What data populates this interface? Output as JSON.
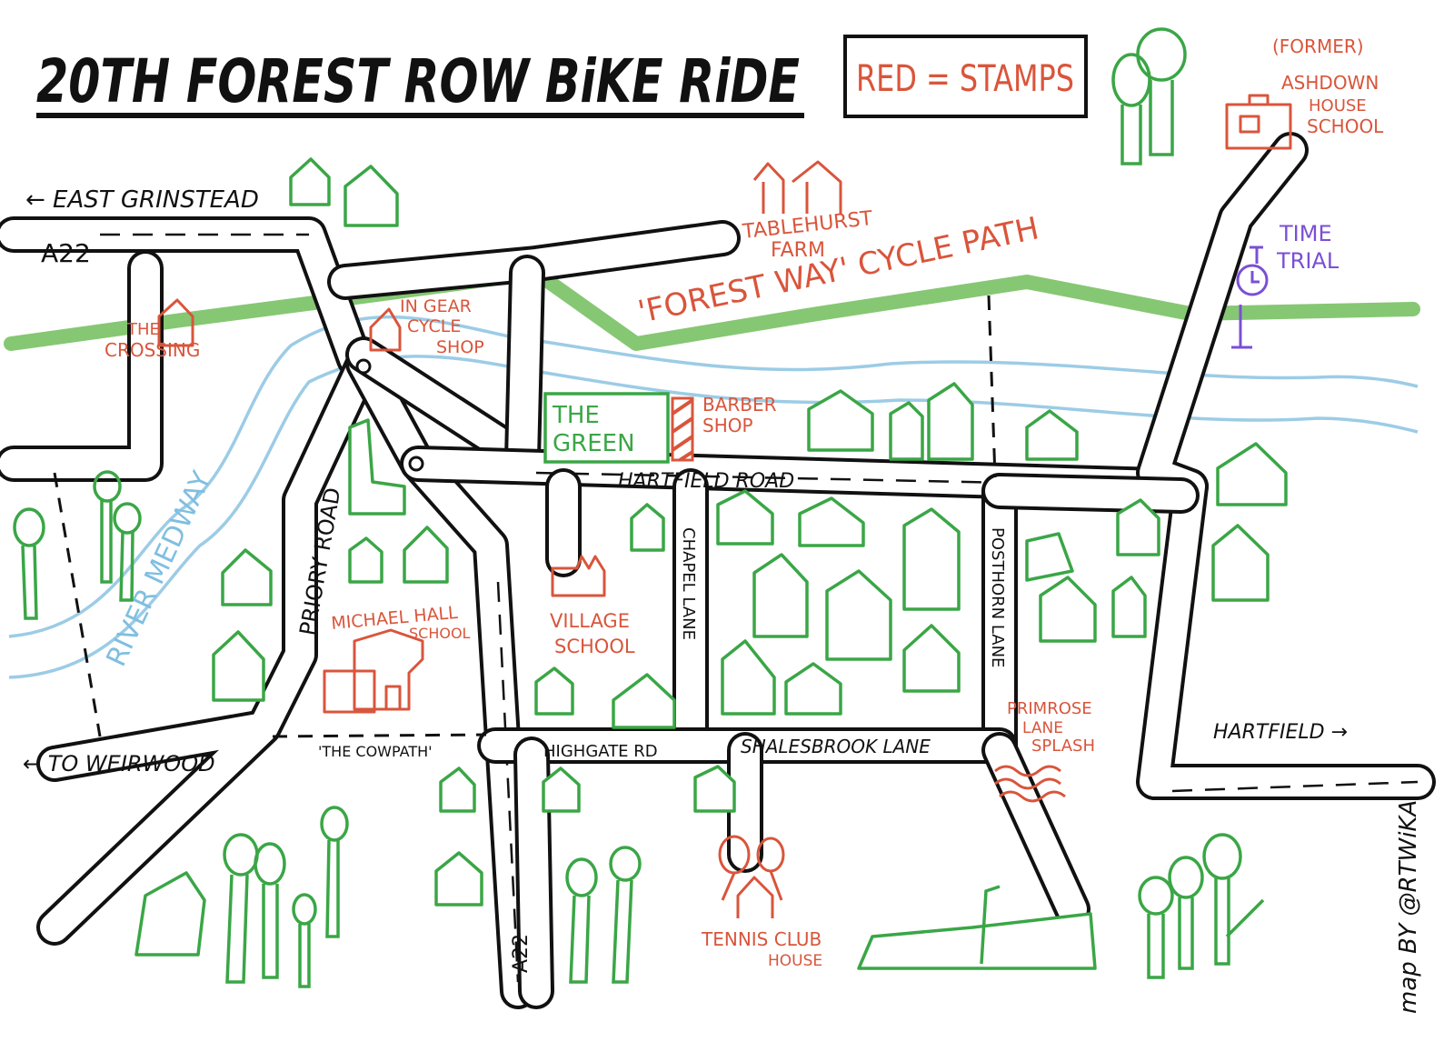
{
  "title": "20TH FOREST ROW BiKE RiDE",
  "legend": "RED = STAMPS",
  "credit": "map BY @RTWiKA",
  "colors": {
    "road": "#111111",
    "cycle_path": "#7fc46b",
    "river": "#9ccce6",
    "houses_trees": "#3aa646",
    "stamps": "#d9553b",
    "time_trial": "#7b4fd6"
  },
  "directions": {
    "east_grinstead": "← EAST GRINSTEAD",
    "to_weirwood": "← TO WEIRWOOD",
    "hartfield": "HARTFIELD →"
  },
  "roads": {
    "a22_top": "A22",
    "a22_bottom": "A22",
    "priory_road": "PRIORY ROAD",
    "hartfield_road": "HARTFIELD ROAD",
    "chapel_lane": "CHAPEL LANE",
    "posthorn_lane": "POSTHORN LANE",
    "highgate_rd": "HIGHGATE RD",
    "shalesbrook_lane": "SHALESBROOK LANE",
    "cowpath": "'THE COWPATH'",
    "forest_way": "'FOREST WAY' CYCLE PATH",
    "river": "RIVER MEDWAY"
  },
  "places": {
    "the_crossing_1": "THE",
    "the_crossing_2": "CROSSING",
    "in_gear_1": "IN GEAR",
    "in_gear_2": "CYCLE",
    "in_gear_3": "SHOP",
    "tablehurst_1": "TABLEHURST",
    "tablehurst_2": "FARM",
    "ashdown_1": "(FORMER)",
    "ashdown_2": "ASHDOWN",
    "ashdown_3": "HOUSE",
    "ashdown_4": "SCHOOL",
    "the_green_1": "THE",
    "the_green_2": "GREEN",
    "barber_1": "BARBER",
    "barber_2": "SHOP",
    "michael_hall_1": "MICHAEL HALL",
    "michael_hall_2": "SCHOOL",
    "village_school_1": "VILLAGE",
    "village_school_2": "SCHOOL",
    "primrose_1": "PRIMROSE",
    "primrose_2": "LANE",
    "primrose_3": "SPLASH",
    "tennis_1": "TENNIS CLUB",
    "tennis_2": "HOUSE",
    "time_trial_1": "TIME",
    "time_trial_2": "TRIAL"
  }
}
